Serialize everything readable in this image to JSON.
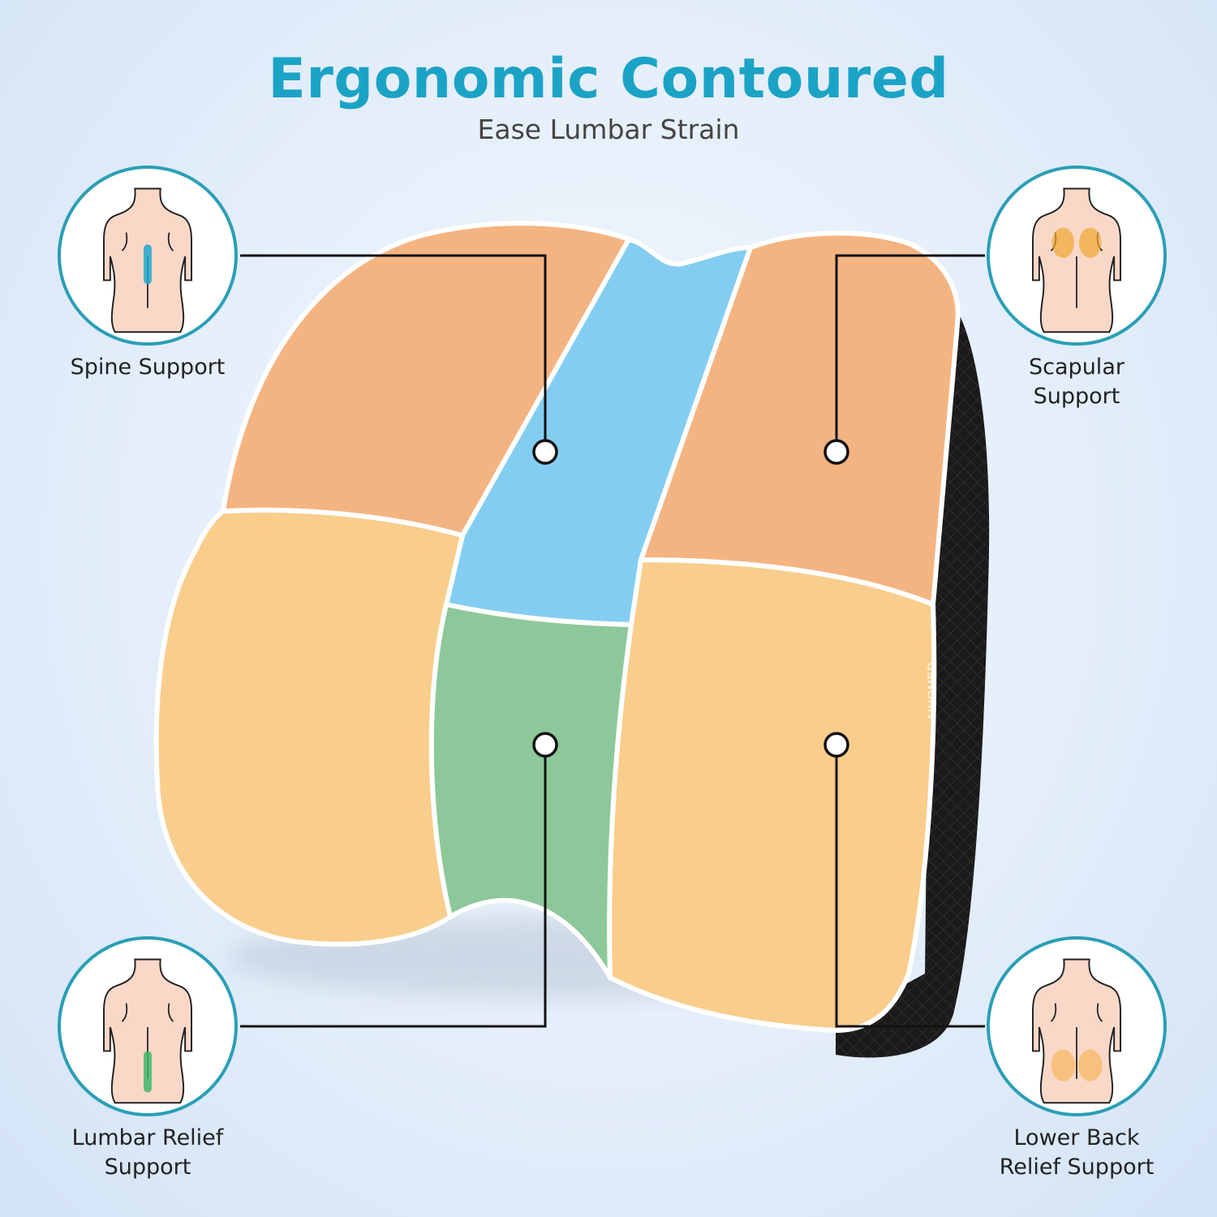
{
  "header": {
    "title": "Ergonomic Contoured",
    "subtitle": "Ease Lumbar Strain"
  },
  "features": [
    {
      "label_line1": "Spine Support",
      "label_line2": "",
      "highlight": "spine",
      "highlight_color": "#1ea7cf"
    },
    {
      "label_line1": "Scapular",
      "label_line2": "Support",
      "highlight": "scapula",
      "highlight_color": "#f0a830"
    },
    {
      "label_line1": "Lumbar Relief",
      "label_line2": "Support",
      "highlight": "lumbar",
      "highlight_color": "#3fb86a"
    },
    {
      "label_line1": "Lower Back",
      "label_line2": "Relief Support",
      "highlight": "lower-back",
      "highlight_color": "#f5b04a"
    }
  ],
  "product": {
    "brand": "AIHOMED"
  },
  "colors": {
    "accent": "#1ba3c6",
    "orange": "#f4b482",
    "blue": "#84cdf2",
    "yellow": "#f9cd8c",
    "green": "#8cc89a"
  }
}
